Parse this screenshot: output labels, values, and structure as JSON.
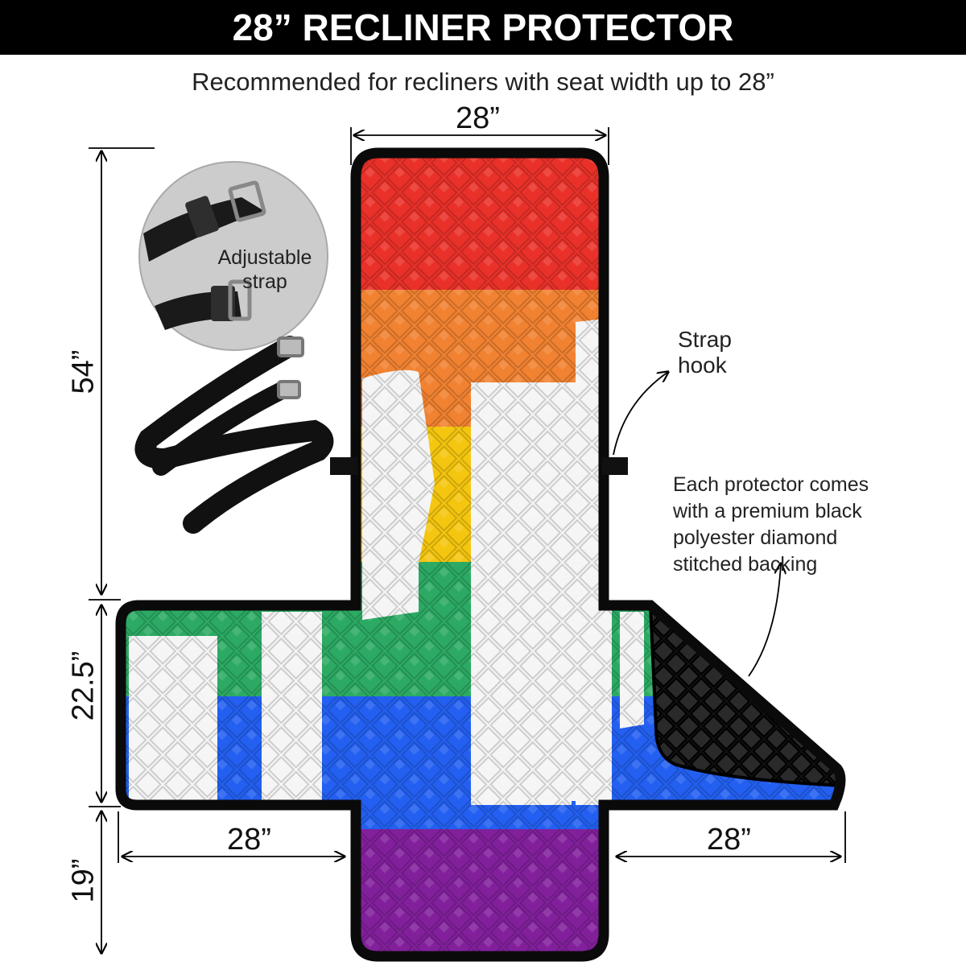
{
  "title": "28” RECLINER PROTECTOR",
  "subtitle": "Recommended for recliners with seat width up to 28”",
  "dimensions": {
    "top_width": "28”",
    "back_height": "54”",
    "seat_height": "22.5”",
    "footrest_height": "19”",
    "left_arm_width": "28”",
    "right_arm_width": "28”"
  },
  "callouts": {
    "adjustable_strap": [
      "Adjustable",
      "strap"
    ],
    "strap_hook": [
      "Strap",
      "hook"
    ],
    "backing": [
      "Each protector comes",
      "with a premium black",
      "polyester diamond",
      "stitched backing"
    ]
  },
  "colors": {
    "stripes": [
      "#e8241c",
      "#f07a24",
      "#f4c200",
      "#1fa55a",
      "#1556f0",
      "#7a1296"
    ],
    "quilt_white": "#f4f4f4",
    "backing": "#111111",
    "outline": "#0a0a0a"
  }
}
